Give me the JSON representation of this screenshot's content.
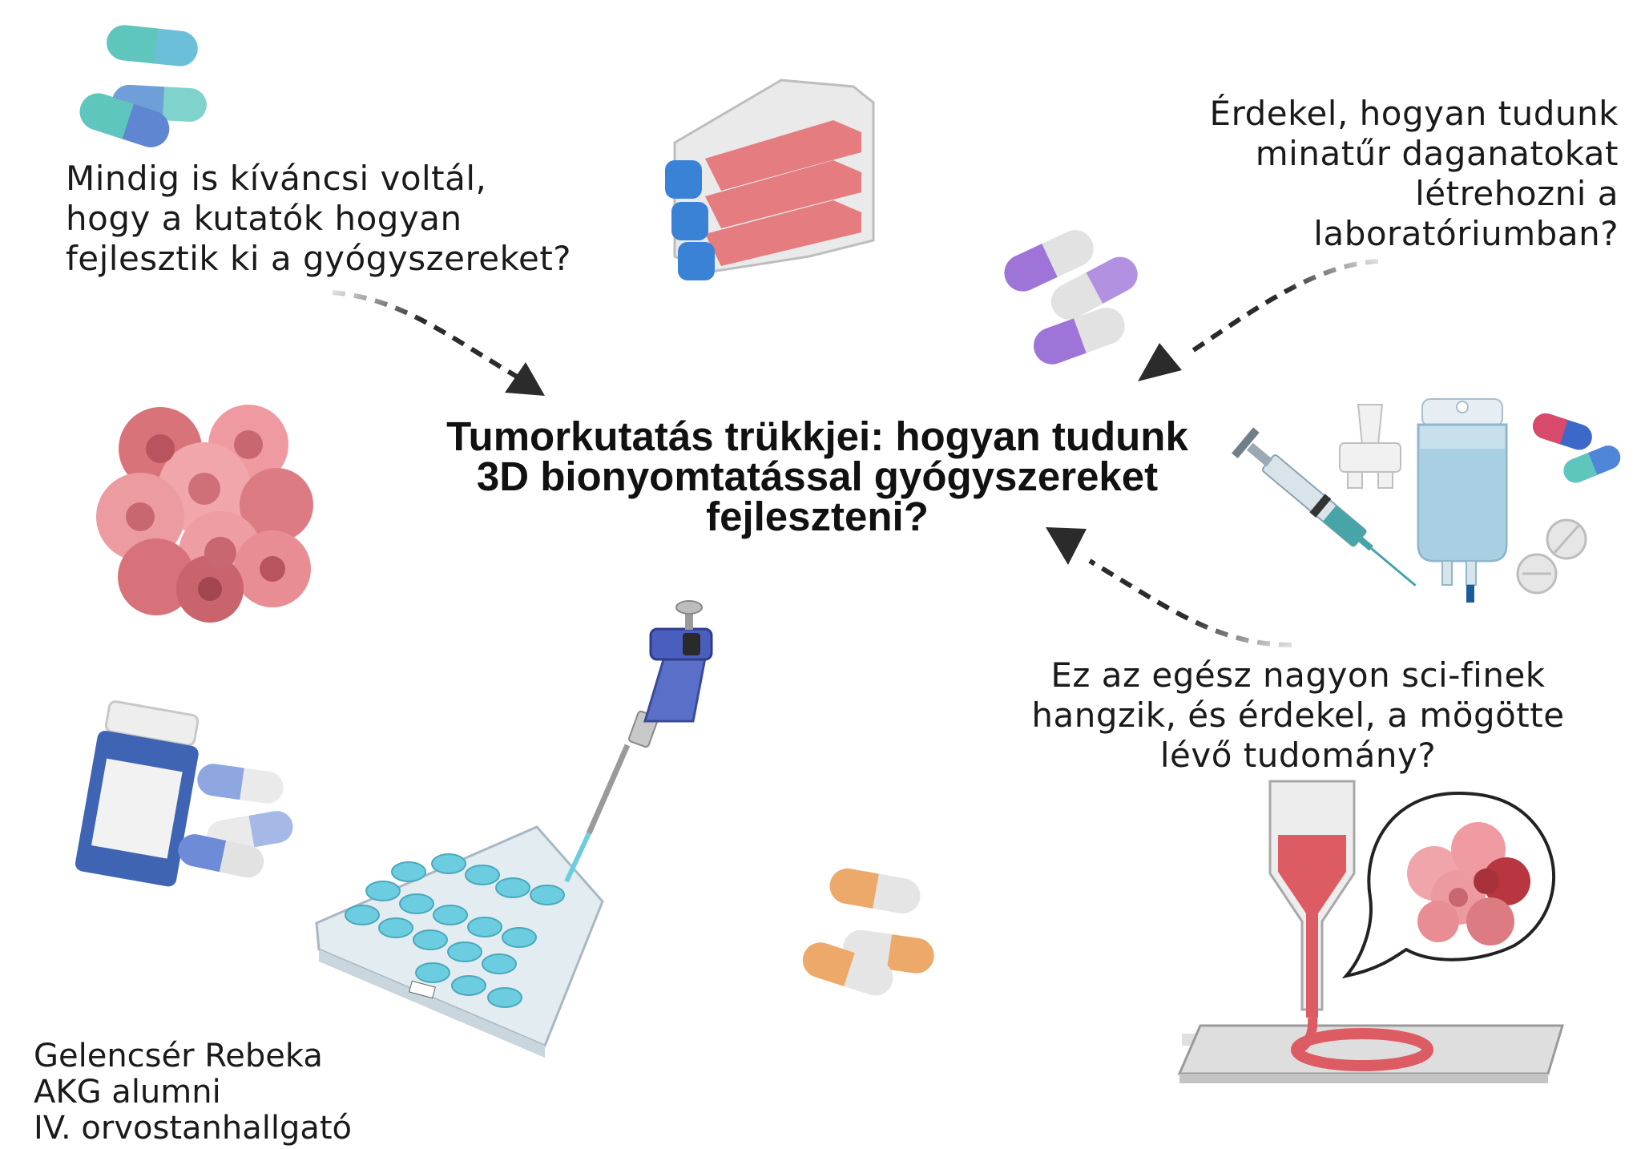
{
  "title": {
    "lines": [
      "Tumorkutatás trükkjei: hogyan tudunk",
      "3D bionyomtatással gyógyszereket",
      "fejleszteni?"
    ]
  },
  "questions": {
    "top_left": [
      "Mindig is kíváncsi voltál,",
      "hogy a kutatók hogyan",
      "fejlesztik ki a gyógyszereket?"
    ],
    "top_right": [
      "Érdekel, hogyan tudunk",
      "minatűr daganatokat",
      "létrehozni a",
      "laboratóriumban?"
    ],
    "bottom_right": [
      "Ez az egész nagyon sci-finek",
      "hangzik, és érdekel, a mögötte",
      "lévő tudomány?"
    ]
  },
  "author": {
    "lines": [
      "Gelencsér Rebeka",
      "AKG alumni",
      "IV. orvostanhallgató"
    ]
  },
  "icons": [
    "capsule-teal-icon",
    "capsule-teal-blue-icon",
    "cell-culture-flasks-icon",
    "capsule-purple-icon",
    "tumor-spheroid-icon",
    "syringe-icon",
    "nasal-spray-icon",
    "iv-bag-icon",
    "capsule-red-blue-icon",
    "tablet-icon",
    "pill-bottle-icon",
    "capsule-blue-icon",
    "micropipette-icon",
    "well-plate-icon",
    "capsule-orange-icon",
    "bioprinter-nozzle-icon",
    "printed-spheroid-bubble-icon"
  ],
  "colors": {
    "arrow": "#2b2b2b",
    "text": "#1a1a1a",
    "tissue_red": "#e06a6e",
    "well_blue": "#6ccde0"
  }
}
